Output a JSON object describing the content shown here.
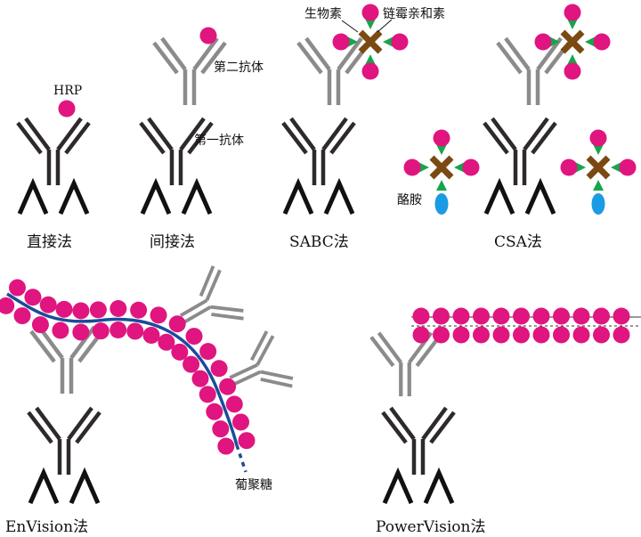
{
  "colors": {
    "primary_antibody": "#2e2a2c",
    "secondary_antibody": "#8c8a8b",
    "hrp": "#e0157f",
    "avidin": "#7a4a12",
    "biotin": "#17a54a",
    "tyramide": "#1b9be3",
    "dextran": "#1a4c9a",
    "antigen": "#111111"
  },
  "labels": {
    "hrp": "HRP",
    "secondary_antibody": "第二抗体",
    "primary_antibody": "第一抗体",
    "biotin": "生物素",
    "streptavidin": "链霉亲和素",
    "tyramide": "酪胺",
    "dextran": "葡聚糖"
  },
  "methods": {
    "direct": "直接法",
    "indirect": "间接法",
    "sabc": "SABC法",
    "csa": "CSA法",
    "envision": "EnVision法",
    "powervision": "PowerVision法"
  }
}
